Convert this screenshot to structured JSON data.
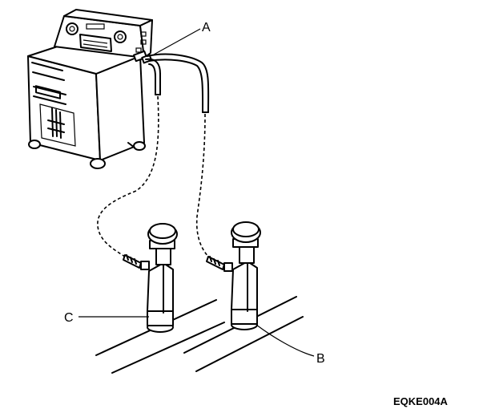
{
  "callouts": {
    "a": "A",
    "b": "B",
    "c": "C"
  },
  "figure_code": "EQKE004A",
  "colors": {
    "ink": "#000000",
    "background": "#ffffff"
  }
}
